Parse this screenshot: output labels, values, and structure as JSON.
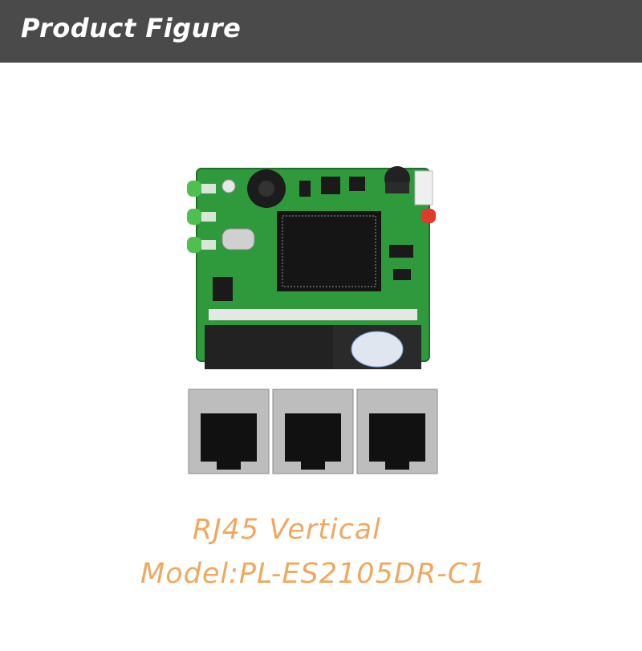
{
  "header": {
    "title": "Product Figure"
  },
  "captions": {
    "line1": "RJ45 Vertical",
    "line2": "Model:PL-ES2105DR-C1"
  },
  "colors": {
    "header_bg": "#4a4a4a",
    "caption": "#f0a860",
    "pcb": "#2f9a3c"
  }
}
